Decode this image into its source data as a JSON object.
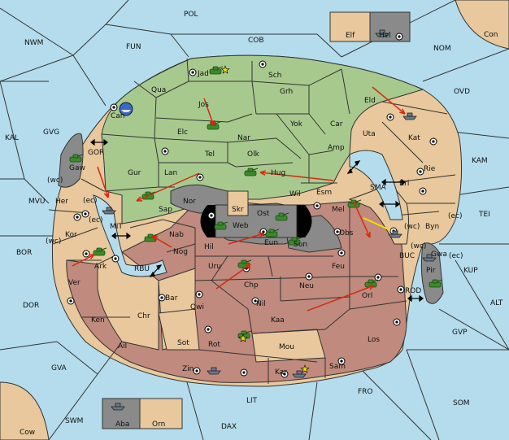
{
  "colors": {
    "sea": "#b4dcec",
    "green": "#a8c98e",
    "tan": "#e8c89c",
    "red": "#c08a7e",
    "gray": "#8a8a8a",
    "black": "#000000",
    "arrow": "#d42a10",
    "yellow": "#f0e000"
  },
  "sea_labels": {
    "POL": "POL",
    "NWM": "NWM",
    "FUN": "FUN",
    "COB": "COB",
    "NOM": "NOM",
    "OVD": "OVD",
    "KAL": "KAL",
    "GVG": "GVG",
    "KAM": "KAM",
    "MVU": "MVU",
    "BOR": "BOR",
    "TEI": "TEI",
    "KUP": "KUP",
    "DOR": "DOR",
    "ALT": "ALT",
    "GVP": "GVP",
    "GVA": "GVA",
    "SOM": "SOM",
    "FRO": "FRO",
    "LIT": "LIT",
    "SWM": "SWM",
    "DAX": "DAX",
    "GOR": "GOR",
    "SMA": "SMA",
    "MIT": "MIT",
    "RBU": "RBU",
    "BUC": "BUC",
    "ROD": "ROD"
  },
  "corner_labels": {
    "Con": "Con",
    "Cow": "Cow"
  },
  "box_labels": {
    "Elf": "Elf",
    "Hel": "Hel",
    "Aba": "Aba",
    "Orn": "Orn"
  },
  "land_labels": {
    "Jad": "Jad",
    "Sch": "Sch",
    "Qua": "Qua",
    "Jos": "Jos",
    "Grh": "Grh",
    "Eld": "Eld",
    "Can": "Can",
    "Yok": "Yok",
    "Car": "Car",
    "Elc": "Elc",
    "Nar": "Nar",
    "Uta": "Uta",
    "Kat": "Kat",
    "Amp": "Amp",
    "Olk": "Olk",
    "Tel": "Tel",
    "Gaw": "Gaw",
    "Gur": "Gur",
    "Lan": "Lan",
    "Hug": "Hug",
    "Rie": "Rie",
    "Bri": "Bri",
    "Wil": "Wil",
    "Esm": "Esm",
    "Nor": "Nor",
    "Sap": "Sap",
    "Skr": "Skr",
    "Her": "Her",
    "Ost": "Ost",
    "Web": "Web",
    "Mel": "Mel",
    "Byn": "Byn",
    "Kor": "Kor",
    "Nab": "Nab",
    "Eun": "Eun",
    "Obs": "Obs",
    "Hil": "Hil",
    "Sun": "Sun",
    "Nog": "Nog",
    "Gwa": "Gwa",
    "Ark": "Ark",
    "Uru": "Uru",
    "Feu": "Feu",
    "Pir": "Pir",
    "Chp": "Chp",
    "Ver": "Ver",
    "Neu": "Neu",
    "Orl": "Orl",
    "Bar": "Bar",
    "Qwi": "Qwi",
    "Nil": "Nil",
    "Ken": "Ken",
    "Chr": "Chr",
    "Kaa": "Kaa",
    "Sot": "Sot",
    "Los": "Los",
    "Rot": "Rot",
    "Ail": "Ail",
    "Mou": "Mou",
    "Sam": "Sam",
    "Zin": "Zin",
    "Kar": "Kar"
  },
  "coast_marks": {
    "wc": "(wc)",
    "ec": "(ec)"
  }
}
